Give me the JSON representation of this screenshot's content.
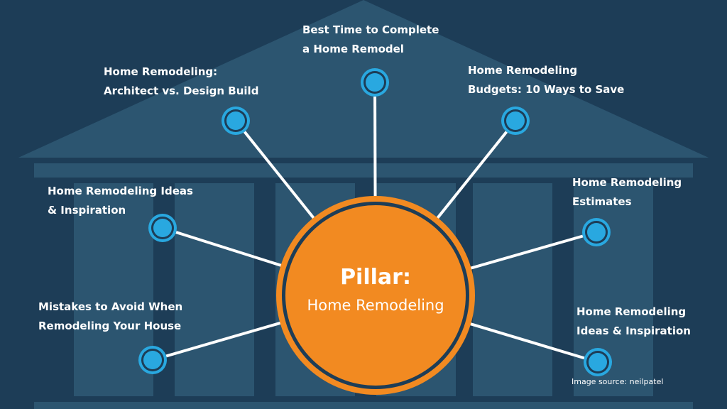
{
  "center": {
    "title": "Pillar:",
    "subtitle": "Home Remodeling",
    "color": "#f28a21"
  },
  "nodes": [
    {
      "id": "best-time",
      "line1": "Best Time to Complete",
      "line2": "a Home Remodel"
    },
    {
      "id": "architect",
      "line1": "Home Remodeling:",
      "line2": "Architect vs. Design Build"
    },
    {
      "id": "budgets",
      "line1": "Home Remodeling",
      "line2": "Budgets: 10 Ways to Save"
    },
    {
      "id": "ideas-left",
      "line1": "Home Remodeling Ideas",
      "line2": "& Inspiration"
    },
    {
      "id": "estimates",
      "line1": "Home Remodeling",
      "line2": "Estimates"
    },
    {
      "id": "mistakes",
      "line1": "Mistakes to Avoid When",
      "line2": "Remodeling Your House"
    },
    {
      "id": "ideas-right",
      "line1": "Home Remodeling",
      "line2": "Ideas & Inspiration"
    }
  ],
  "source": "Image source: neilpatel",
  "colors": {
    "background": "#1d3d57",
    "building": "#2c5570",
    "node": "#29a8e0",
    "connector": "#ffffff"
  }
}
